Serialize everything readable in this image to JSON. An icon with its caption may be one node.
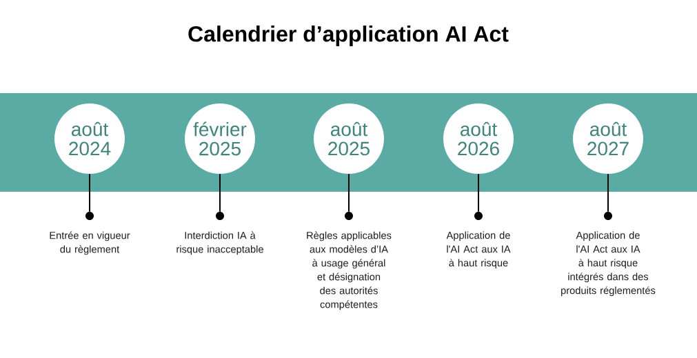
{
  "diagram": {
    "title": "Calendrier d’application AI Act",
    "nodes": [
      {
        "text": [
          "août 2024"
        ]
      },
      {
        "text": [
          "février 2025"
        ]
      },
      {
        "text": [
          "août 2025"
        ]
      },
      {
        "text": [
          "août 2026"
        ]
      },
      {
        "text": [
          "août 2027"
        ]
      },
      {
        "text": [],
        "shape": "circle",
        "beside": [
          "Entrée en vigueur du règlement"
        ]
      },
      {
        "text": [],
        "shape": "circle",
        "beside": [
          "Interdiction IA à risque inacceptable"
        ]
      },
      {
        "text": [],
        "shape": "circle",
        "beside": [
          "Règles applicables aux modèles d’IA à usage général et désignation des autorités compétentes"
        ]
      },
      {
        "text": [],
        "shape": "circle",
        "beside": [
          "Application de l'AI Act aux IA à haut risque"
        ]
      },
      {
        "text": [],
        "shape": "circle",
        "beside": [
          "Application de l'AI Act aux IA à haut risque intégrés dans des produits réglementés"
        ]
      }
    ],
    "edges": [
      {
        "from": 0,
        "to": 5,
        "arrow": "none"
      },
      {
        "from": 1,
        "to": 6,
        "arrow": "none"
      },
      {
        "from": 2,
        "to": 7,
        "arrow": "none"
      },
      {
        "from": 3,
        "to": 8,
        "arrow": "none"
      },
      {
        "from": 4,
        "to": 9,
        "arrow": "none"
      }
    ]
  }
}
